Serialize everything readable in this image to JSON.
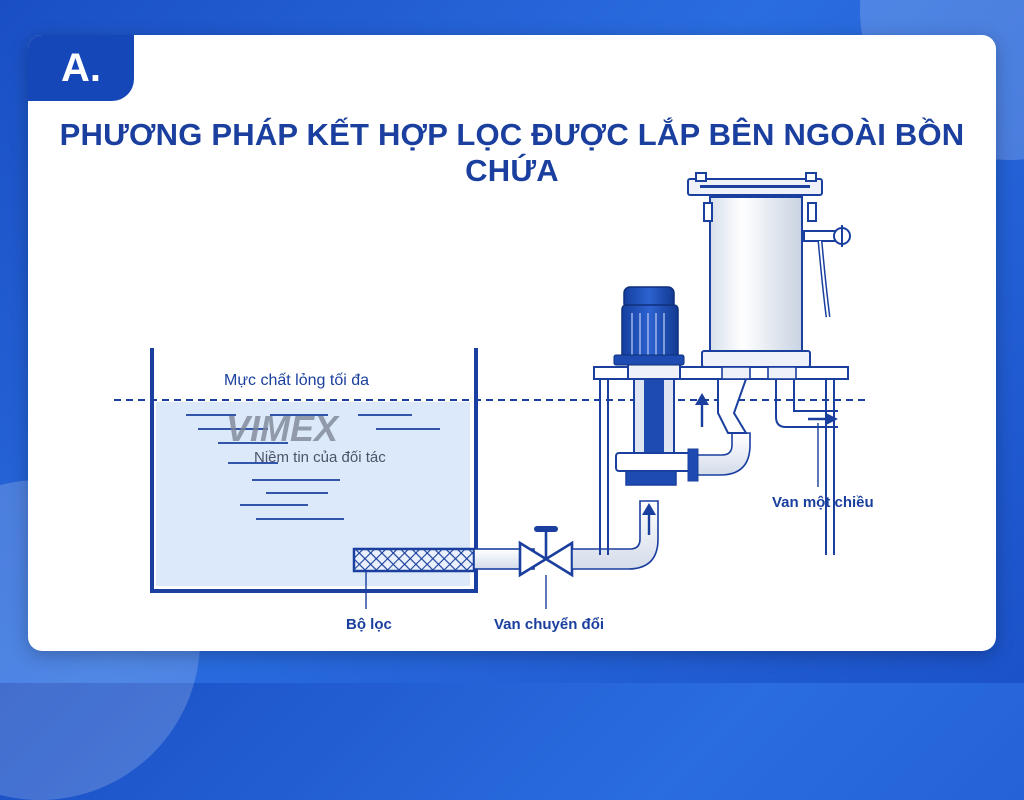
{
  "badge": "A.",
  "title": "PHƯƠNG PHÁP KẾT HỢP LỌC ĐƯỢC LẮP BÊN NGOÀI BỒN CHỨA",
  "labels": {
    "max_level": "Mực chất lỏng tối đa",
    "filter": "Bộ lọc",
    "switch_valve": "Van chuyển đổi",
    "check_valve": "Van một chiều"
  },
  "watermark": {
    "brand": "VIMEX",
    "slogan": "Niềm tin của đối tác"
  },
  "colors": {
    "background": "#1d57cf",
    "accent": "#1647b8",
    "line": "#1a3f9e",
    "water": "#dbe9fb"
  }
}
